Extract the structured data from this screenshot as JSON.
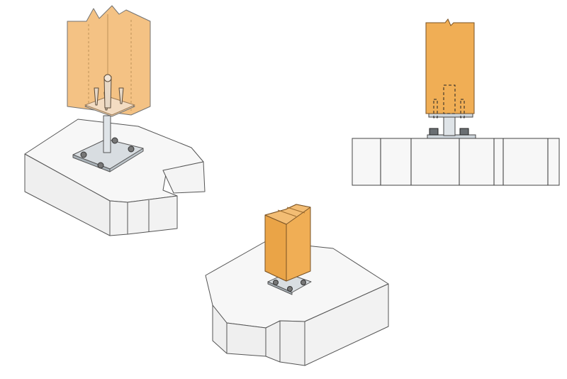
{
  "figure": {
    "views": [
      {
        "name": "view-iso-transparent",
        "description_kind": "isometric-transparent"
      },
      {
        "name": "view-elevation",
        "description_kind": "side-elevation"
      },
      {
        "name": "view-iso-installed",
        "description_kind": "isometric-solid"
      }
    ],
    "colors": {
      "timber": "#F0AE55",
      "timber_transparent": "#F2B56A",
      "timber_edge": "#6b4a1f",
      "concrete": "#F4F4F4",
      "concrete_edge": "#7a7a7a",
      "steel": "#CFD6DC",
      "steel_dark": "#8d989f",
      "nut": "#6a6f73",
      "line": "#3a3a3a"
    },
    "icons": [
      "post-base-plate-icon",
      "anchor-bolt-icon",
      "nut-icon"
    ]
  }
}
